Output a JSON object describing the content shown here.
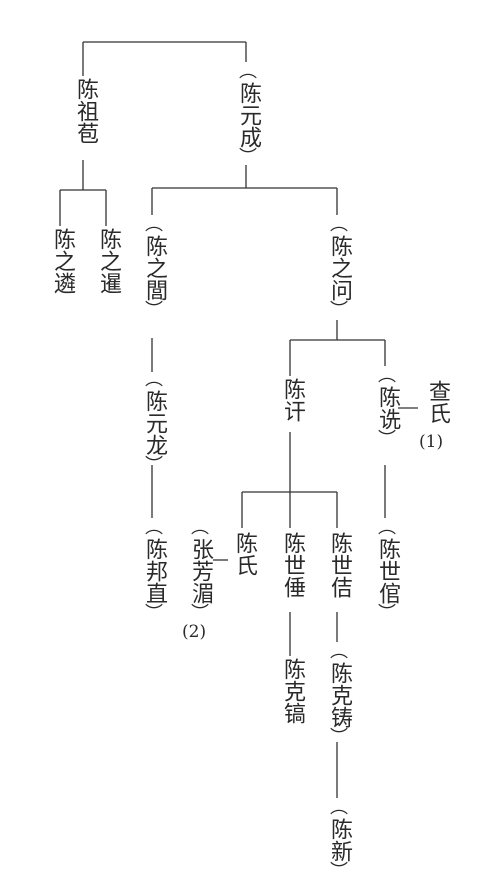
{
  "people": {
    "zubao": {
      "name": "陈祖苞"
    },
    "yuancheng": {
      "name": "陈元成",
      "bracket": true
    },
    "zhilin": {
      "name": "陈之遴"
    },
    "zhichi": {
      "name": "陈之暹"
    },
    "zhixian": {
      "name": "陈之閭",
      "bracket": true
    },
    "zhiwen": {
      "name": "陈之问",
      "bracket": true
    },
    "yuanlong": {
      "name": "陈元龙",
      "bracket": true
    },
    "bangzhi": {
      "name": "陈邦直",
      "bracket": true
    },
    "xu": {
      "name": "陈讦"
    },
    "xian": {
      "name": "陈诜",
      "bracket": true
    },
    "zhashi": {
      "name": "查氏",
      "note": "(1)"
    },
    "chenshi": {
      "name": "陈氏"
    },
    "zhangfangmei": {
      "name": "张芳湄",
      "bracket": true,
      "note": "(2)"
    },
    "shichui": {
      "name": "陈世倕"
    },
    "shiji": {
      "name": "陈世佶"
    },
    "shiguan": {
      "name": "陈世倌",
      "bracket": true
    },
    "kegao": {
      "name": "陈克镐"
    },
    "kezhu": {
      "name": "陈克铸",
      "bracket": true
    },
    "xin": {
      "name": "陈新",
      "bracket": true
    }
  }
}
